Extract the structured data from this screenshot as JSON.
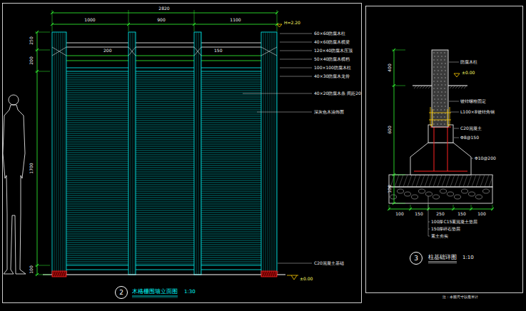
{
  "diagram": {
    "nodes": [
      {
        "text": [
          "2"
        ]
      },
      {
        "text": [
          "3"
        ]
      }
    ],
    "labels": [
      "2820",
      "1000",
      "900",
      "1100",
      "H=2.20",
      "250",
      "200",
      "1700",
      "100",
      "200",
      "150",
      "60×60防腐木柱",
      "40×60防腐木横梁",
      "120×40防腐木压顶",
      "50×40防腐木横档",
      "100×100防腐木柱",
      "40×30防腐木龙骨",
      "40×20防腐木条 间距20",
      "深灰色木油饰面",
      "C20混凝土基础",
      "±0.00",
      "木格栅围墙立面图",
      "1:30",
      "防腐木柱",
      "±0.00",
      "镀锌螺栓固定",
      "L100×8镀锌角钢",
      "C20混凝土",
      "Φ8@150",
      "Φ10@200",
      "400",
      "600",
      "100",
      "100",
      "150",
      "250",
      "150",
      "100",
      "100厚C15素混凝土垫层",
      "150厚碎石垫层",
      "素土夯实",
      "柱基础详图",
      "1:10",
      "注：本图尺寸以毫米计"
    ]
  }
}
